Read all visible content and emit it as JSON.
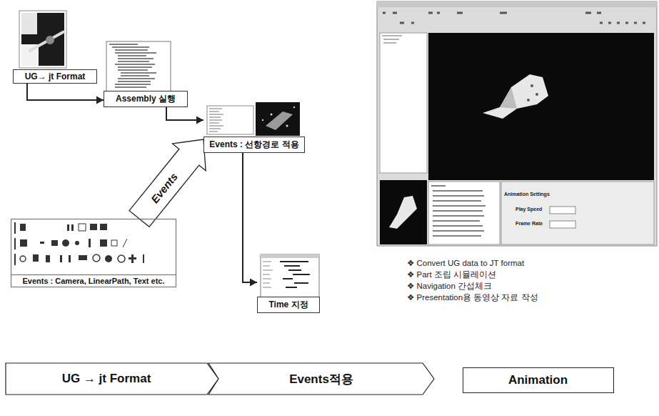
{
  "diagram": {
    "nodes": [
      {
        "text": [
          "UG→ jt Format"
        ]
      },
      {
        "text": [
          "Assembly 실행"
        ]
      },
      {
        "text": [
          "Events : 선항경로 적용"
        ]
      },
      {
        "text": [
          "Time 지정"
        ]
      },
      {
        "text": [
          "Events : Camera, LinearPath, Text etc."
        ]
      },
      {
        "text": [
          "UG → jt Format"
        ]
      },
      {
        "text": [
          "Events적용"
        ]
      },
      {
        "text": [
          "Animation"
        ]
      }
    ],
    "edges": [
      {
        "from": 0,
        "to": 1,
        "arrow": "to"
      },
      {
        "from": 1,
        "to": 2,
        "arrow": "to"
      },
      {
        "from": 2,
        "to": 3,
        "arrow": "to"
      },
      {
        "from": 4,
        "to": 2,
        "label": "Events",
        "arrow": "to"
      }
    ],
    "labels": [
      "❖ Convert UG data to JT format",
      "❖ Part 조립 시뮬레이션",
      "❖ Navigation 간섭체크",
      "❖ Presentation용 동영상 자료 작성",
      "Animation Settings",
      "Play Speed",
      "Frame Rate"
    ]
  }
}
